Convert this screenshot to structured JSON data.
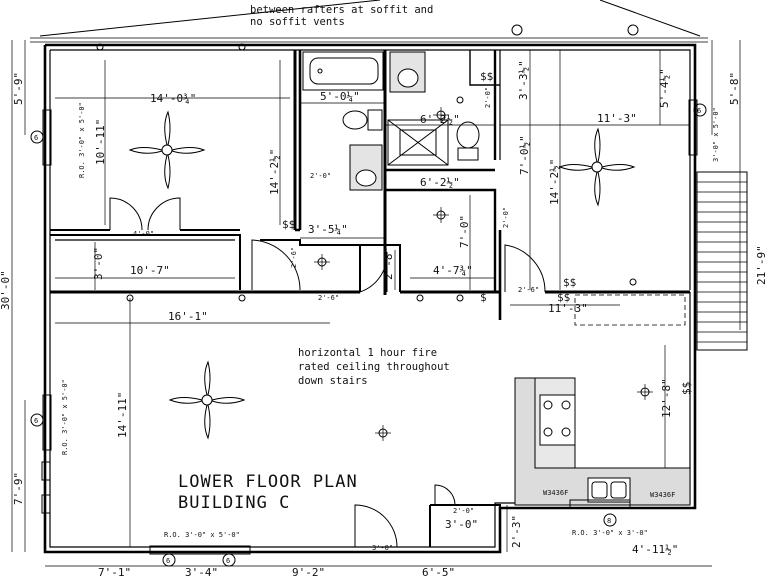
{
  "title": {
    "line1": "LOWER FLOOR PLAN",
    "line2": "BUILDING C"
  },
  "notes": {
    "top_line1": "between rafters at soffit and",
    "top_line2": "no soffit vents",
    "fire_line1": "horizontal 1 hour fire",
    "fire_line2": "rated ceiling throughout",
    "fire_line3": "down stairs"
  },
  "dimensions": {
    "bedroom1_width": "14'-0¾\"",
    "bedroom1_depth": "10'-11\"",
    "bath_width": "5'-0¼\"",
    "hall_depth": "14'-2½\"",
    "closet_opening": "4'-0\"",
    "closet_width": "10'-7\"",
    "closet_depth": "3'-0\"",
    "door_2_0_a": "2'-0\"",
    "hall_width": "3'-5¼\"",
    "door_2_6_a": "2'-6\"",
    "door_2_6_b": "2'-6\"",
    "living_width": "16'-1\"",
    "closet2_depth": "2'-8\"",
    "vanity_width": "6'-2½\"",
    "shower_width": "6'-2½\"",
    "laundry_depth": "7'-0\"",
    "laundry_width": "4'-7¾\"",
    "door_2_0_b": "2'-0\"",
    "door_2_0_c": "2'-0\"",
    "bedroom2_depth_a": "7'-0½\"",
    "bedroom2_depth_b": "14'-2½\"",
    "bedroom2_width": "11'-3\"",
    "bedroom2_width_b": "11'-3\"",
    "pantry_depth": "3'-3½\"",
    "bedroom2_upper": "5'-4½\"",
    "door_2_6_c": "2'-6\"",
    "kitchen_depth": "12'-8\"",
    "living_depth": "14'-11\"",
    "entry_width": "3'-0\"",
    "entry_door": "2'-0\"",
    "door_3_0": "3'-0\"",
    "entry_depth": "2'-3\"",
    "right_upper": "5'-8\"",
    "right_total": "21'-9\"",
    "left_upper": "5'-9\"",
    "left_total": "30'-0\"",
    "left_lower": "7'-9\"",
    "bottom_1": "7'-1\"",
    "bottom_2": "3'-4\"",
    "bottom_3": "9'-2\"",
    "bottom_4": "6'-5\"",
    "bottom_5": "4'-11½\""
  },
  "windows": {
    "ro_left_upper": "R.O. 3'-0\" x 5'-0\"",
    "ro_left_lower": "R.O. 3'-0\" x 5'-0\"",
    "ro_bottom_left": "R.O. 3'-0\" x 5'-0\"",
    "ro_bottom_right": "R.O. 3'-0\" x 3'-0\"",
    "ro_right": "3'-0\" x 5'-0\"",
    "tag_6": "6",
    "tag_8": "8"
  },
  "appliances": {
    "dishwasher": "W3436F",
    "range": "W3436F"
  },
  "symbols": {
    "smoke": "$$",
    "switch": "$"
  }
}
